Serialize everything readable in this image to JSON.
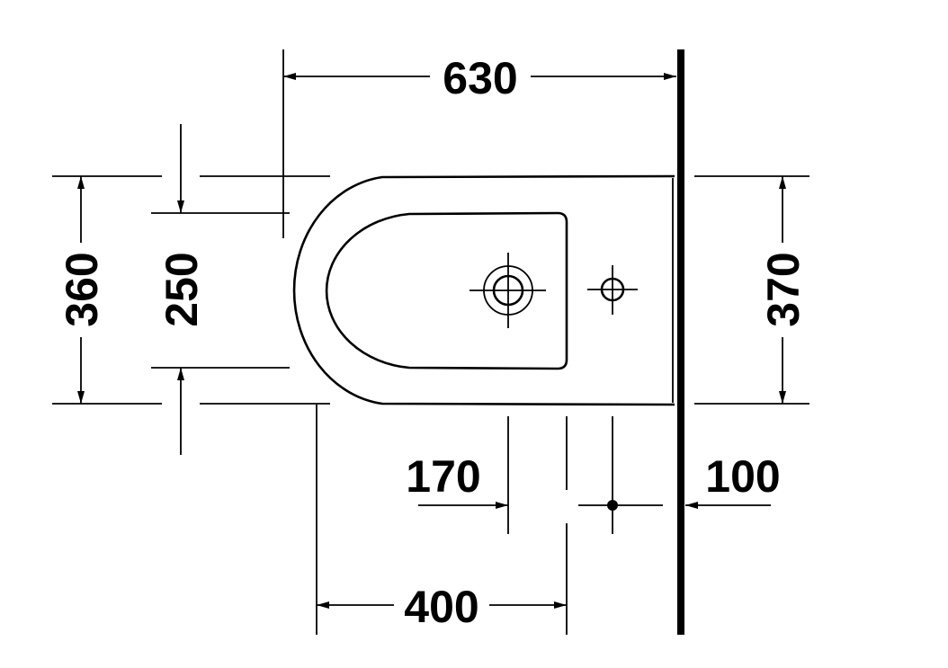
{
  "drawing": {
    "dimensions": {
      "overall_length": "630",
      "outer_width": "360",
      "inner_width": "250",
      "wall_width": "370",
      "hole_to_edge": "170",
      "fixing_to_wall": "100",
      "front_to_center": "400"
    },
    "line_color": "#000000",
    "background_color": "#ffffff"
  }
}
